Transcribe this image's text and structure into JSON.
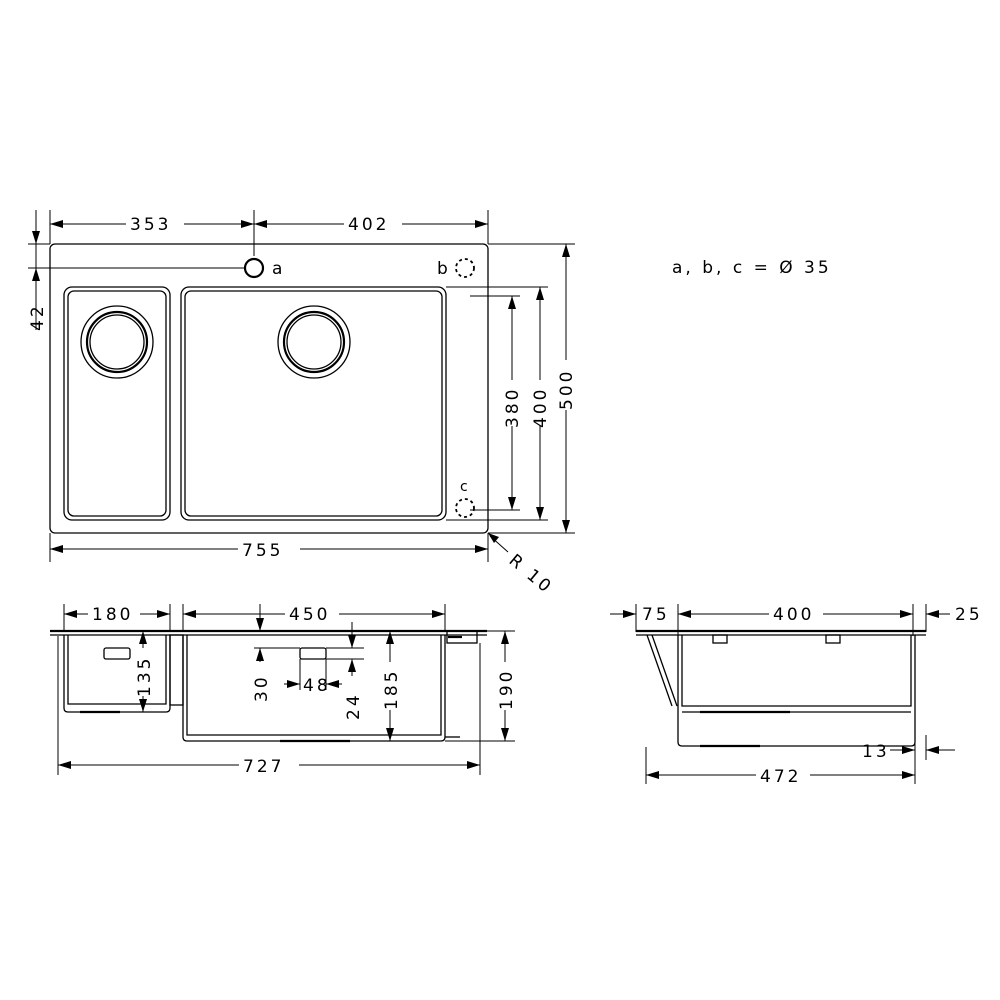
{
  "legend": {
    "holes": "a, b, c = Ø 35"
  },
  "top_view": {
    "dim_left_width": "353",
    "dim_right_width": "402",
    "dim_hole_offset": "42",
    "dim_inner_depth": "380",
    "dim_bowl_depth": "400",
    "dim_overall_depth": "500",
    "dim_overall_width": "755",
    "dim_radius": "R 10",
    "label_a": "a",
    "label_b": "b",
    "label_c": "c"
  },
  "front_view": {
    "dim_small_bowl": "180",
    "dim_large_bowl": "450",
    "dim_small_height": "135",
    "dim_overflow_offset": "30",
    "dim_overflow_width": "48",
    "dim_overflow_height": "24",
    "dim_bowl_height": "185",
    "dim_overall_height": "190",
    "dim_overall_width": "727"
  },
  "side_view": {
    "dim_front": "75",
    "dim_bowl": "400",
    "dim_back": "25",
    "dim_flange": "13",
    "dim_overall": "472"
  }
}
